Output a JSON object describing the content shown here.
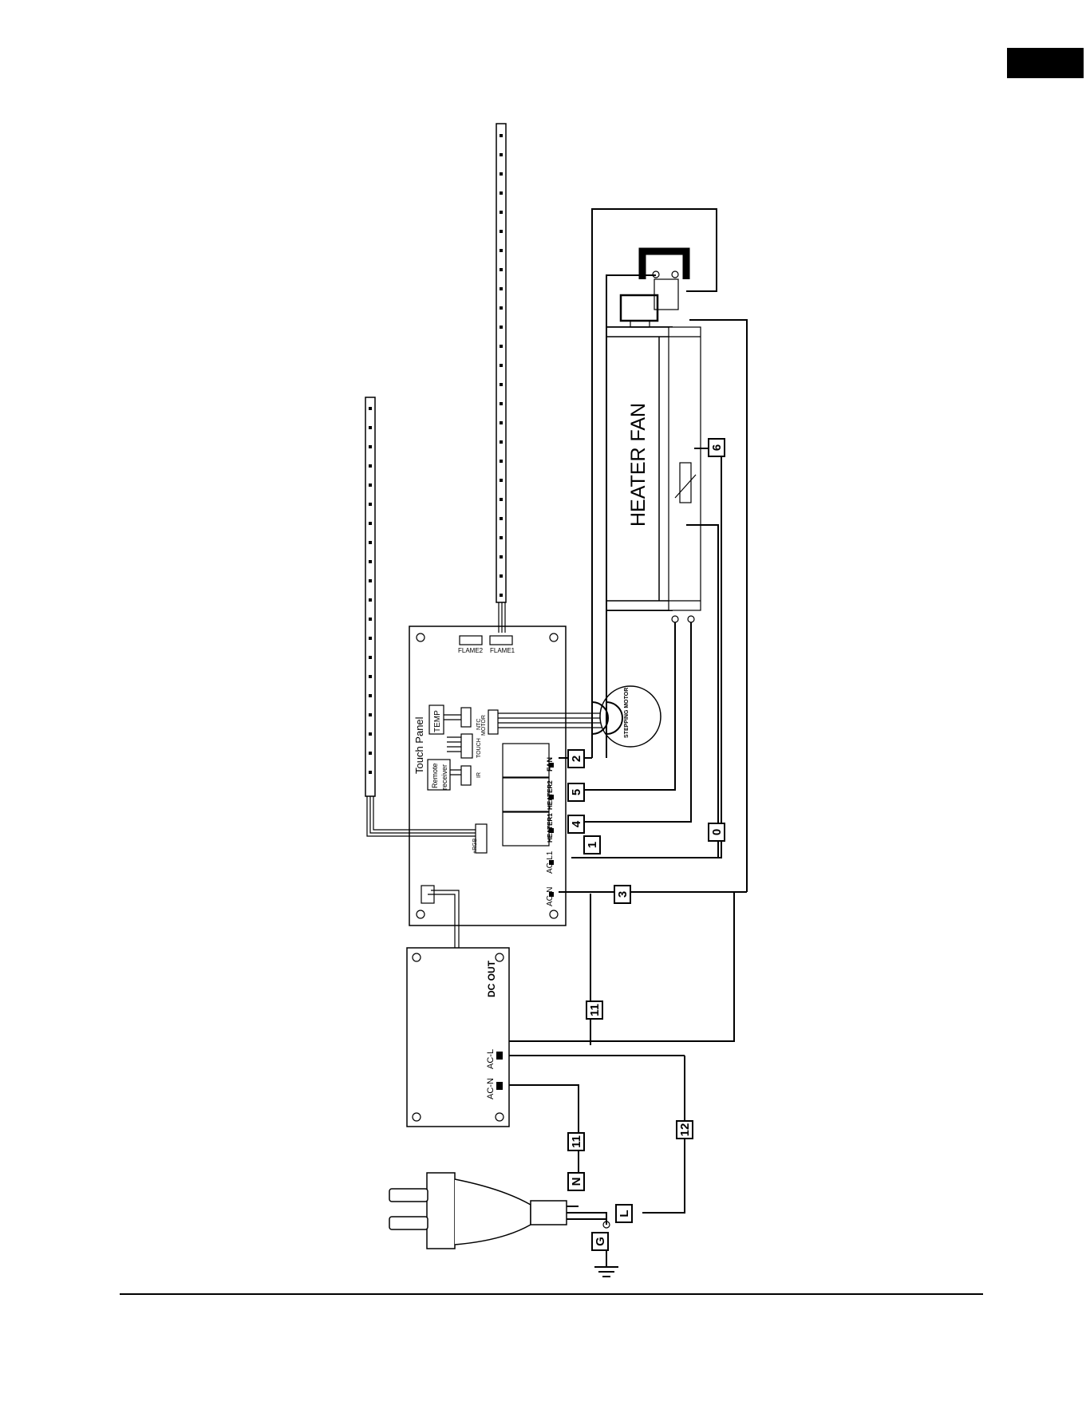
{
  "page": {
    "corner_tab_color": "#000000",
    "rule_color": "#000000"
  },
  "diagram": {
    "heater_fan_label": "HEATER FAN",
    "stepping_motor_label": "STEPPING MOTOR",
    "board": {
      "flame2": "FLAME2",
      "flame1": "FLAME1",
      "temp": "TEMP",
      "ntc": "NTC",
      "motor": "MOTOR",
      "touch_panel": "Touch Panel",
      "touch": "TOUCH",
      "remote": "Remote",
      "receiver": "receiver",
      "ir": "IR",
      "rgb": "+RGB",
      "fan": "FAN",
      "heater2": "HEATER2",
      "heater1": "HEATER1",
      "ac_l1": "AC-L1",
      "ac_n": "AC-N"
    },
    "power_supply": {
      "dc_out": "DC OUT",
      "ac_l": "AC-L",
      "ac_n": "AC-N"
    },
    "wire_tags": {
      "t2": "2",
      "t5": "5",
      "t4": "4",
      "t1": "1",
      "t3": "3",
      "t0": "0",
      "t6": "6",
      "t11a": "11",
      "t11b": "11",
      "t12": "12",
      "n": "N",
      "l": "L",
      "g": "G"
    }
  }
}
